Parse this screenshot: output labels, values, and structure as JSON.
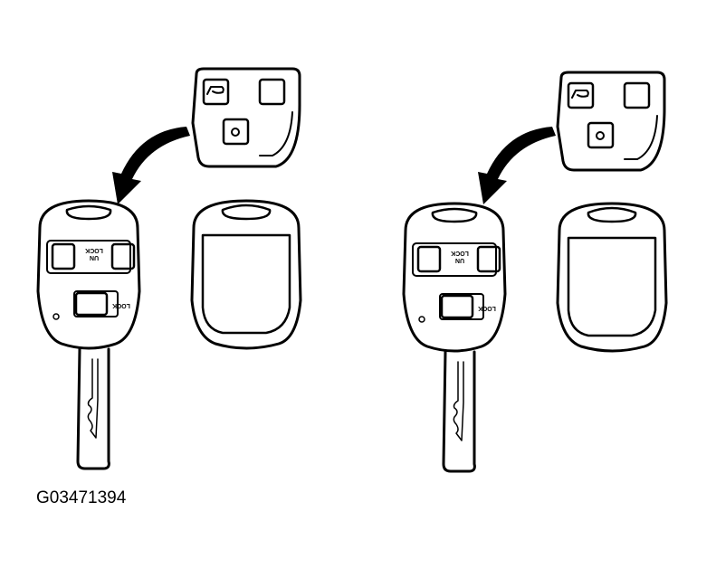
{
  "figure": {
    "figure_id": "G03471394",
    "labels": {
      "lock": "LOCK",
      "unlock_line1": "UN",
      "unlock_line2": "LOCK"
    },
    "colors": {
      "ink": "#000000",
      "paper": "#ffffff"
    },
    "icons": [
      "trunk-icon",
      "panic-icon",
      "curved-arrow-icon",
      "key-blade-icon"
    ]
  }
}
